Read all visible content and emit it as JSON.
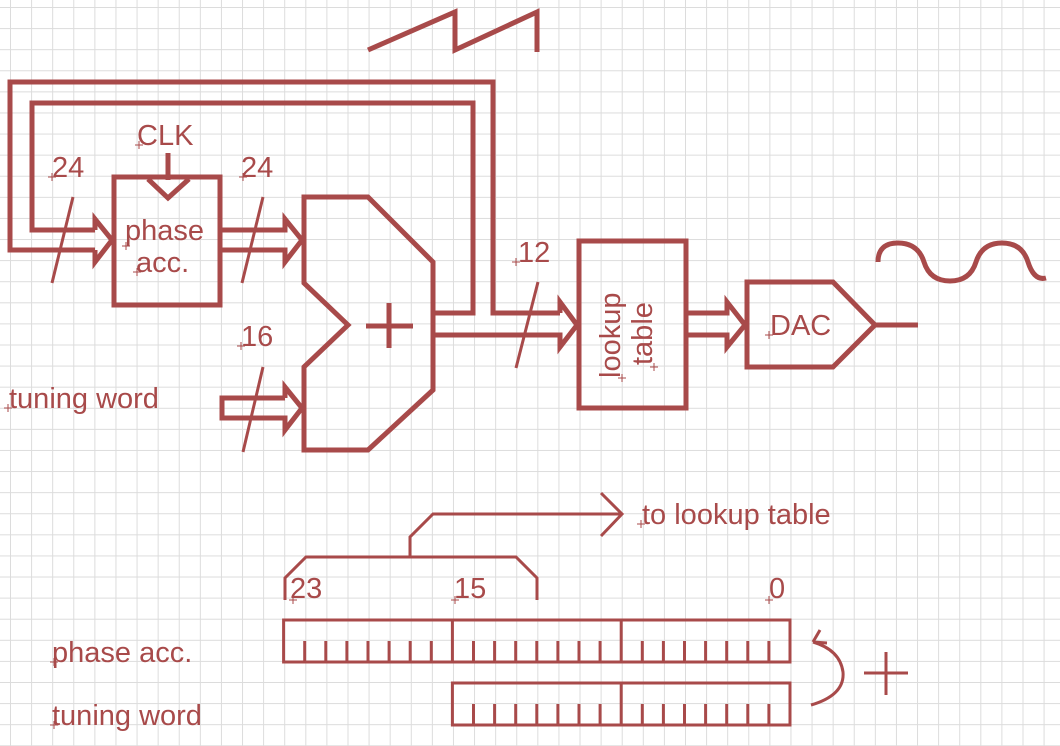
{
  "colors": {
    "wire": "#a84a4a",
    "grid": "#dcdcdc",
    "background": "#ffffff"
  },
  "labels": {
    "clk": "CLK",
    "feedback_width": "24",
    "acc_out_width": "24",
    "tuning_width": "16",
    "lut_width": "12",
    "phase_acc_line1": "phase",
    "phase_acc_line2": "acc.",
    "adder_symbol": "+",
    "tuning_word": "tuning word",
    "lookup_line1": "lookup",
    "lookup_line2": "table",
    "dac": "DAC"
  },
  "register_view": {
    "to_lookup": "to lookup table",
    "bit_23": "23",
    "bit_15": "15",
    "bit_0": "0",
    "row1_label": "phase acc.",
    "row2_label": "tuning word",
    "row1_bits": 24,
    "row2_bits": 16
  },
  "icons": {
    "sawtooth": "sawtooth-wave-icon",
    "sine": "sine-wave-icon"
  }
}
